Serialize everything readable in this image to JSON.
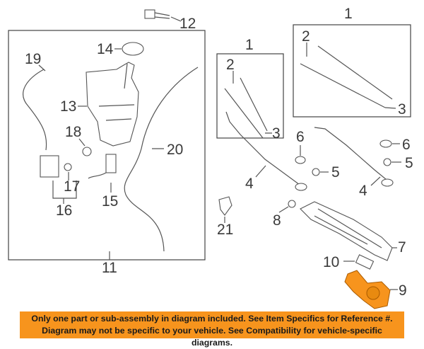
{
  "diagram": {
    "callouts": {
      "c12": "12",
      "c14": "14",
      "c19": "19",
      "c13": "13",
      "c18": "18",
      "c20": "20",
      "c17": "17",
      "c16": "16",
      "c15": "15",
      "c11": "11",
      "c1a": "1",
      "c2a": "2",
      "c3a": "3",
      "c1b": "1",
      "c2b": "2",
      "c3b": "3",
      "c6a": "6",
      "c5a": "5",
      "c4a": "4",
      "c6b": "6",
      "c5b": "5",
      "c4b": "4",
      "c8": "8",
      "c21": "21",
      "c7": "7",
      "c10": "10",
      "c9": "9"
    },
    "highlight_color": "#f7941d"
  },
  "banner": {
    "line1": "Only one part or sub-assembly in diagram included. See Item Specifics for Reference #.",
    "line2": "Diagram may not be specific to your vehicle. See Compatibility for vehicle-specific diagrams."
  }
}
